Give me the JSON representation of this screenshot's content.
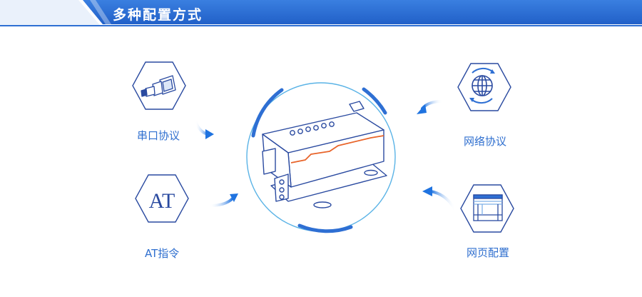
{
  "header": {
    "title": "多种配置方式"
  },
  "methods": {
    "serial": {
      "label": "串口协议",
      "icon": "serial-port-icon"
    },
    "at": {
      "label": "AT指令",
      "icon_text": "AT"
    },
    "network": {
      "label": "网络协议",
      "icon": "globe-icon"
    },
    "web": {
      "label": "网页配置",
      "icon": "webpage-icon"
    }
  },
  "colors": {
    "accent": "#2e6fd3",
    "highlight": "#e8642a",
    "line": "#2a4aa0"
  }
}
